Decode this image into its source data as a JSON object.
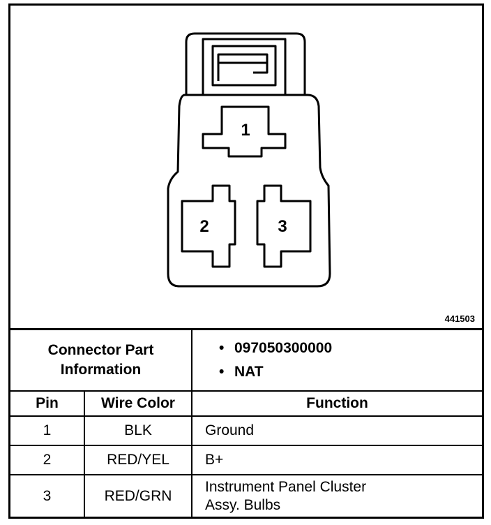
{
  "figure_id": "441503",
  "connector": {
    "pins": [
      {
        "number": "1"
      },
      {
        "number": "2"
      },
      {
        "number": "3"
      }
    ]
  },
  "part_info": {
    "label_line1": "Connector Part",
    "label_line2": "Information",
    "values": [
      "097050300000",
      "NAT"
    ]
  },
  "table": {
    "headers": {
      "pin": "Pin",
      "wire_color": "Wire Color",
      "function": "Function"
    },
    "rows": [
      {
        "pin": "1",
        "wire_color": "BLK",
        "function_line1": "Ground",
        "function_line2": ""
      },
      {
        "pin": "2",
        "wire_color": "RED/YEL",
        "function_line1": "B+",
        "function_line2": ""
      },
      {
        "pin": "3",
        "wire_color": "RED/GRN",
        "function_line1": "Instrument Panel Cluster",
        "function_line2": "Assy. Bulbs"
      }
    ]
  }
}
